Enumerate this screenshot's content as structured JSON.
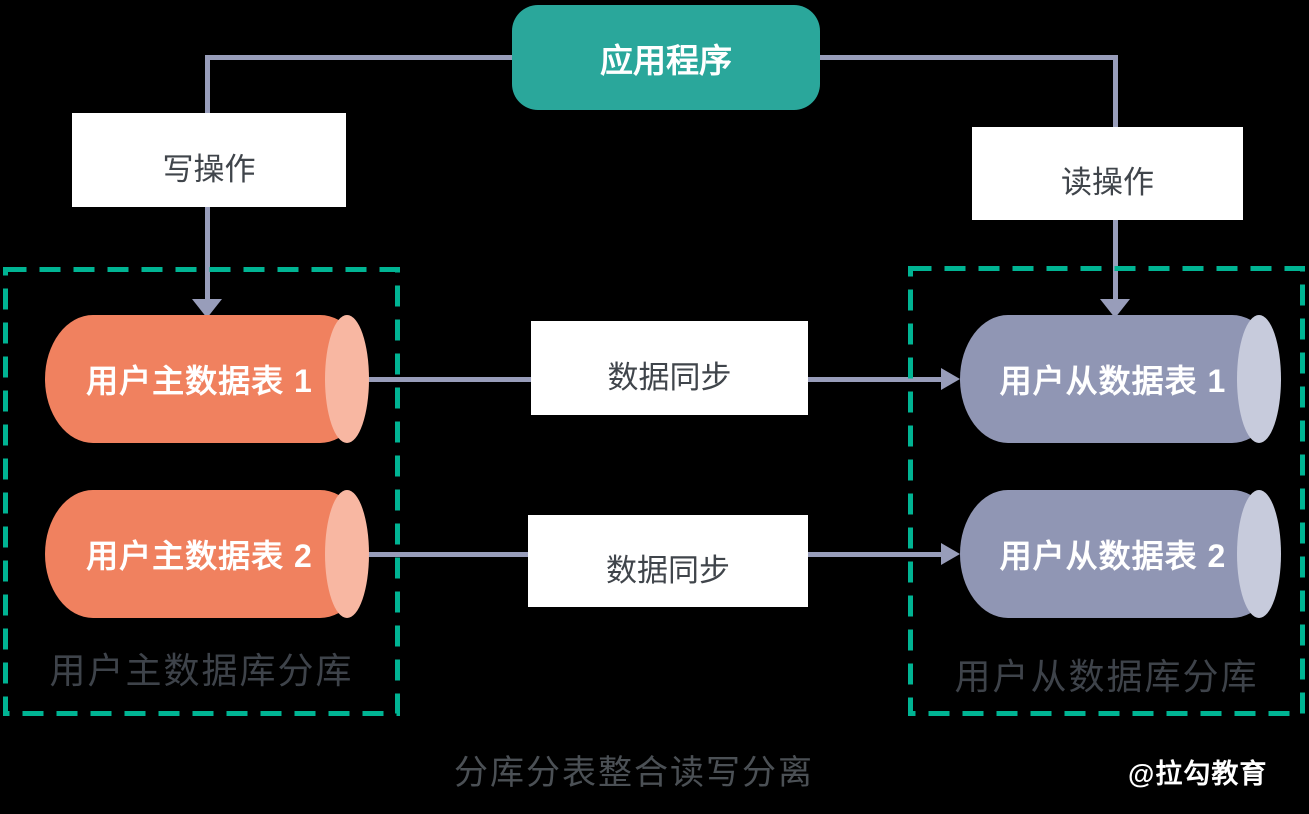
{
  "app": {
    "label": "应用程序"
  },
  "operations": {
    "write": "写操作",
    "read": "读操作"
  },
  "master_group": {
    "label": "用户主数据库分库",
    "tables": [
      {
        "label": "用户主数据表 1"
      },
      {
        "label": "用户主数据表 2"
      }
    ]
  },
  "slave_group": {
    "label": "用户从数据库分库",
    "tables": [
      {
        "label": "用户从数据表 1"
      },
      {
        "label": "用户从数据表 2"
      }
    ]
  },
  "sync": {
    "labels": [
      "数据同步",
      "数据同步"
    ]
  },
  "caption": "分库分表整合读写分离",
  "watermark": "@拉勾教育",
  "colors": {
    "background": "#000000",
    "app_box": "#2aa79b",
    "connector": "#989dba",
    "dashed_border": "#00b493",
    "master_cylinder": "#f0815f",
    "master_cylinder_cap": "#f8b7a2",
    "slave_cylinder": "#9096b4",
    "slave_cylinder_cap": "#c7cbdc",
    "dark_text": "#40454b",
    "white_text": "#ffffff"
  }
}
